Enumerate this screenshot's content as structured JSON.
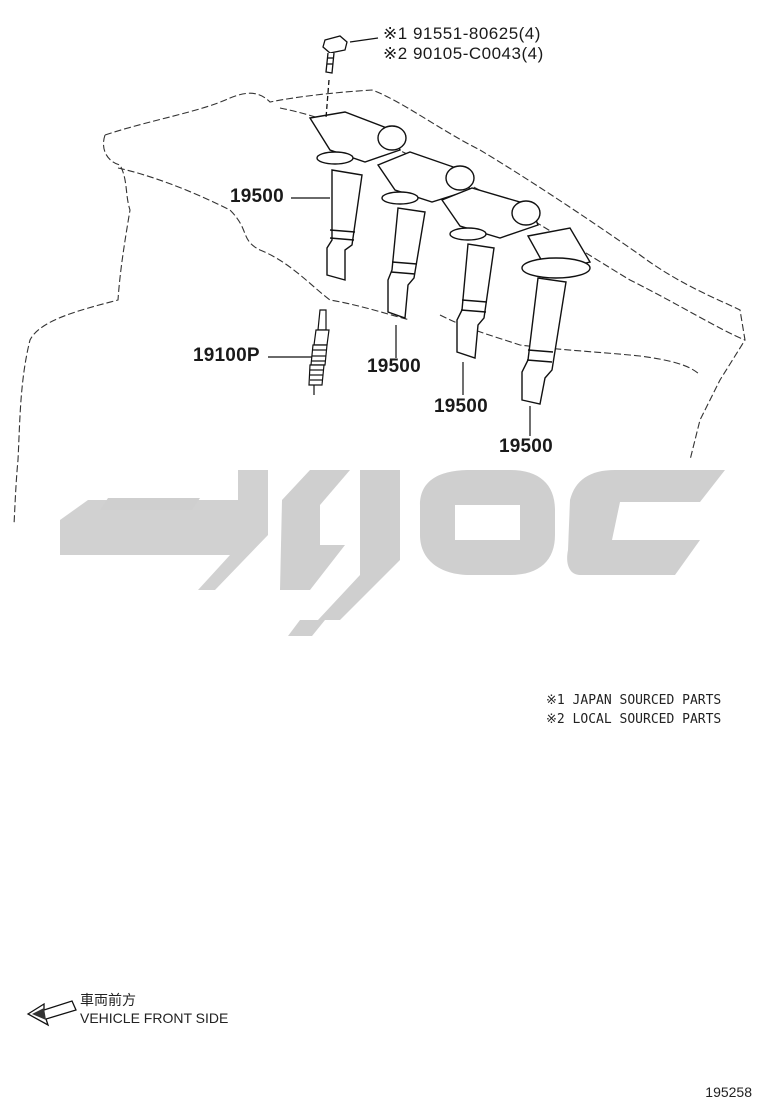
{
  "bolt_callouts": [
    {
      "mark": "※1",
      "part": "91551-80625(4)"
    },
    {
      "mark": "※2",
      "part": "90105-C0043(4)"
    }
  ],
  "part_labels": {
    "coil_a": "19500",
    "coil_b": "19500",
    "coil_c": "19500",
    "coil_d": "19500",
    "spark_plug": "19100P"
  },
  "notes": [
    "※1 JAPAN SOURCED PARTS",
    "※2 LOCAL SOURCED PARTS"
  ],
  "front_indicator": {
    "japanese": "車両前方",
    "english": "VEHICLE FRONT SIDE"
  },
  "watermark_text": "تویوتا",
  "diagram_ref": "195258"
}
